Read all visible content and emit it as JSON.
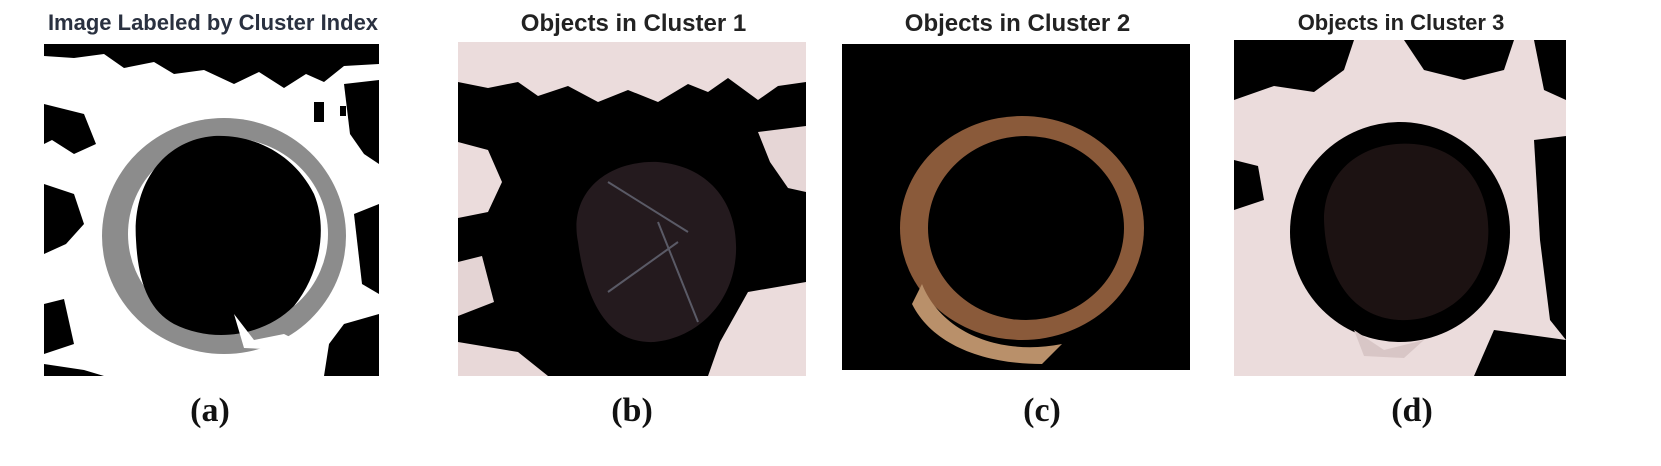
{
  "panels": [
    {
      "title": "Image Labeled by Cluster Index",
      "label": "(a)"
    },
    {
      "title": "Objects in Cluster 1",
      "label": "(b)"
    },
    {
      "title": "Objects in Cluster 2",
      "label": "(c)"
    },
    {
      "title": "Objects in Cluster 3",
      "label": "(d)"
    }
  ],
  "colors": {
    "black": "#000000",
    "white": "#ffffff",
    "cluster_gray": "#8c8c8c",
    "skin": "#ebdcdc",
    "dark_tissue": "#241a1e",
    "ring_brown": "#8a5a3a"
  }
}
